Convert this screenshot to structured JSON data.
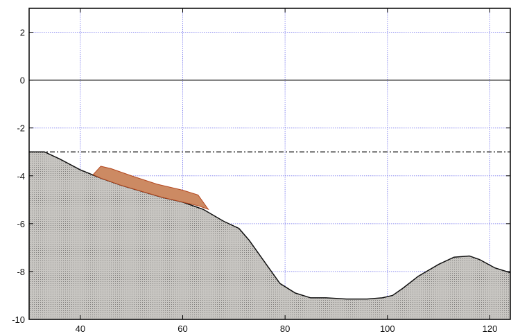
{
  "chart_data": {
    "type": "area",
    "title": "",
    "xlabel": "",
    "ylabel": "",
    "xlim": [
      30,
      124
    ],
    "ylim": [
      -10,
      3
    ],
    "xticks": [
      40,
      60,
      80,
      100,
      120
    ],
    "yticks": [
      2,
      0,
      -2,
      -4,
      -6,
      -8,
      -10
    ],
    "xtick_labels": [
      "40",
      "60",
      "80",
      "100",
      "120"
    ],
    "ytick_labels": [
      "2",
      "0",
      "-2",
      "-4",
      "-6",
      "-8",
      "-10"
    ],
    "grid": true,
    "colors": {
      "grid": "#8c8cf0",
      "ground_fill": "#c8c6c2",
      "ground_line": "#111111",
      "deposit_fill": "#cc8a63",
      "deposit_line": "#b4471f",
      "reference_line": "#000000"
    },
    "reference_lines": [
      {
        "y": 0,
        "style": "solid"
      },
      {
        "y": -3,
        "style": "dashdot"
      }
    ],
    "series": [
      {
        "x": [
          30,
          33,
          36,
          40,
          44,
          48,
          52,
          56,
          60,
          64,
          68,
          71,
          73,
          76,
          79,
          82,
          85,
          88,
          92,
          96,
          99,
          101,
          103,
          106,
          110,
          113,
          116,
          118,
          121,
          124
        ],
        "values": [
          -3.0,
          -3.0,
          -3.3,
          -3.75,
          -4.1,
          -4.4,
          -4.65,
          -4.9,
          -5.1,
          -5.4,
          -5.9,
          -6.2,
          -6.7,
          -7.6,
          -8.5,
          -8.9,
          -9.1,
          -9.1,
          -9.15,
          -9.15,
          -9.1,
          -9.0,
          -8.7,
          -8.2,
          -7.7,
          -7.4,
          -7.35,
          -7.5,
          -7.85,
          -8.05
        ]
      },
      {
        "x": [
          42.5,
          44,
          46,
          50,
          55,
          60,
          63,
          65,
          63,
          60,
          56,
          52,
          48,
          44,
          42.5
        ],
        "values": [
          -3.95,
          -3.6,
          -3.7,
          -4.0,
          -4.35,
          -4.6,
          -4.8,
          -5.4,
          -5.25,
          -5.1,
          -4.9,
          -4.65,
          -4.4,
          -4.1,
          -3.95
        ]
      }
    ]
  }
}
